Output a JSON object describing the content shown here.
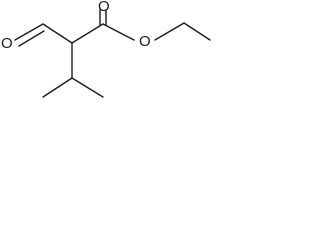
{
  "molecule": {
    "atoms": {
      "aldehyde_oxygen": "O",
      "carbonyl_oxygen": "O",
      "ester_oxygen": "O"
    },
    "colors": {
      "ink": "#1a1a1a",
      "background": "#ffffff"
    }
  }
}
